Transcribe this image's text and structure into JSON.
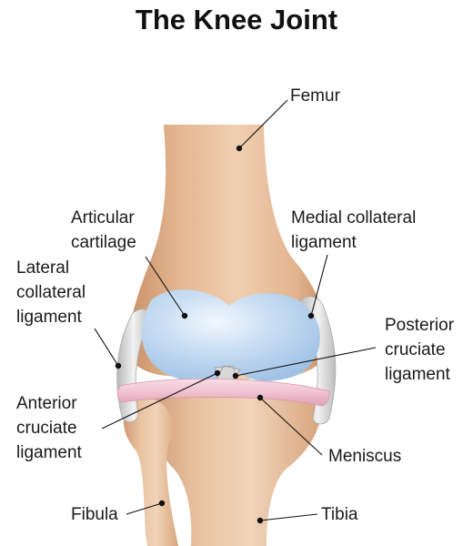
{
  "title": "The Knee Joint",
  "labels": {
    "femur": [
      "Femur"
    ],
    "articular_cartilage": [
      "Articular",
      "cartilage"
    ],
    "medial_collateral_ligament": [
      "Medial collateral",
      "ligament"
    ],
    "lateral_collateral_ligament": [
      "Lateral",
      "collateral",
      "ligament"
    ],
    "posterior_cruciate_ligament": [
      "Posterior",
      "cruciate",
      "ligament"
    ],
    "anterior_cruciate_ligament": [
      "Anterior",
      "cruciate",
      "ligament"
    ],
    "meniscus": [
      "Meniscus"
    ],
    "fibula": [
      "Fibula"
    ],
    "tibia": [
      "Tibia"
    ]
  },
  "colors": {
    "bone": "#e8c2a0",
    "bone_shadow": "#c9966f",
    "cartilage": "#b9d4ef",
    "meniscus": "#f1c6d3",
    "ligament": "#d4d4d4",
    "leader_line": "#111111"
  }
}
